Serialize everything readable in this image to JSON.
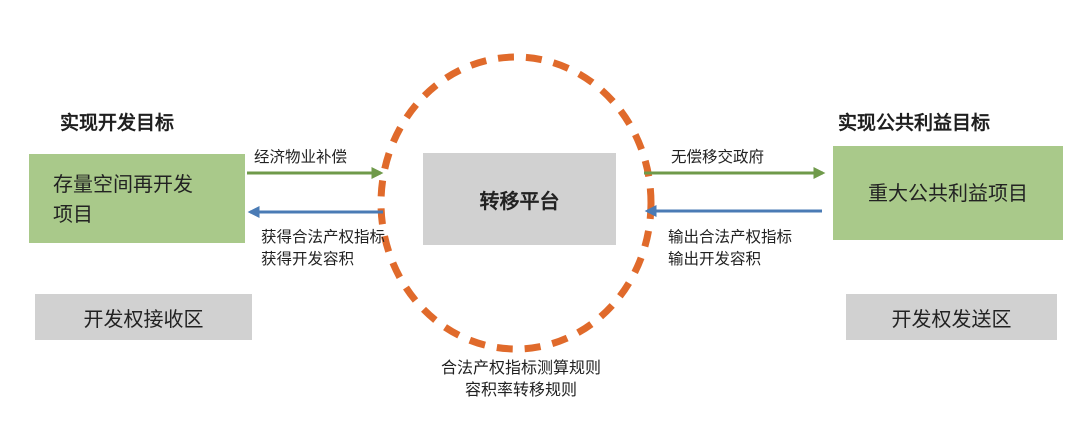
{
  "left": {
    "heading": "实现开发目标",
    "source_box_line1": "存量空间再开发",
    "source_box_line2": "项目",
    "zone": "开发权接收区",
    "arrow_out_label": "经济物业补偿",
    "arrow_in_label_line1": "获得合法产权指标",
    "arrow_in_label_line2": "获得开发容积"
  },
  "center": {
    "title": "转移平台",
    "rules_line1": "合法产权指标测算规则",
    "rules_line2": "容积率转移规则"
  },
  "right": {
    "heading": "实现公共利益目标",
    "target_box": "重大公共利益项目",
    "zone": "开发权发送区",
    "arrow_out_label": "无偿移交政府",
    "arrow_in_label_line1": "输出合法产权指标",
    "arrow_in_label_line2": "输出开发容积"
  },
  "colors": {
    "green_box": "#a9c98a",
    "gray_box": "#d1d1d1",
    "circle_dash": "#e06a2b",
    "arrow_green": "#6f9a4a",
    "arrow_blue": "#4a7bb5"
  }
}
